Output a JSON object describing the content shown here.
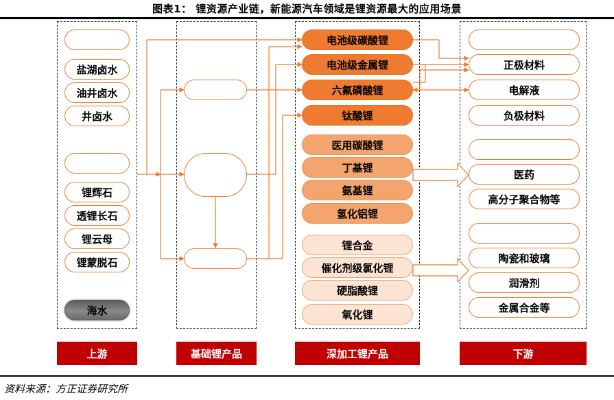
{
  "title": "图表1：  锂资源产业链，新能源汽车领域是锂资源最大的应用场景",
  "source": "资料来源：方正证券研究所",
  "upstream": {
    "items": [
      "",
      "盐湖卤水",
      "油井卤水",
      "井卤水",
      "",
      "锂辉石",
      "透锂长石",
      "锂云母",
      "锂蒙脱石",
      "海水"
    ]
  },
  "basic": {
    "items": [
      "",
      "",
      ""
    ]
  },
  "deep": {
    "items": [
      "电池级碳酸锂",
      "电池级金属锂",
      "六氟磷酸锂",
      "钛酸锂",
      "医用碳酸锂",
      "丁基锂",
      "氨基锂",
      "氢化铝锂",
      "锂合金",
      "催化剂级氯化锂",
      "硬脂酸锂",
      "氧化锂"
    ]
  },
  "downstream": {
    "items": [
      "",
      "正极材料",
      "电解液",
      "负极材料",
      "",
      "医药",
      "高分子聚合物等",
      "",
      "陶瓷和玻璃",
      "润滑剂",
      "金属合金等"
    ]
  },
  "bottom_labels": [
    "上游",
    "基础锂产品",
    "深加工锂产品",
    "下游"
  ],
  "colors": {
    "orange": "#ee7b2f",
    "red_bar": "#c00000",
    "line": "#ea7a2d"
  }
}
